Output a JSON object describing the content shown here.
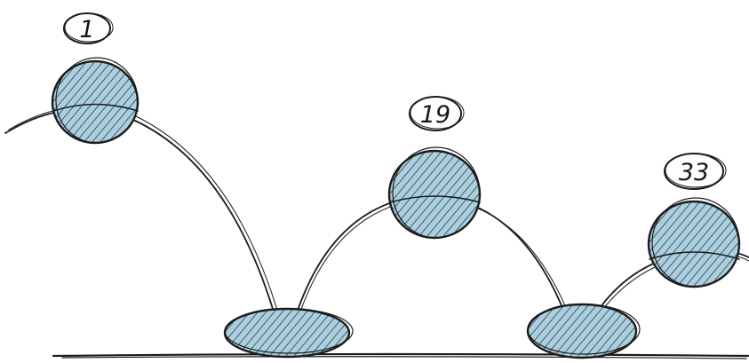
{
  "colors": {
    "ball_fill": "#a9cfe0",
    "ink": "#1c1c1c",
    "background": "#ffffff"
  },
  "frames": [
    {
      "label": "1",
      "state": "airborne"
    },
    {
      "state": "squash"
    },
    {
      "label": "19",
      "state": "airborne"
    },
    {
      "state": "squash"
    },
    {
      "label": "33",
      "state": "airborne"
    }
  ]
}
